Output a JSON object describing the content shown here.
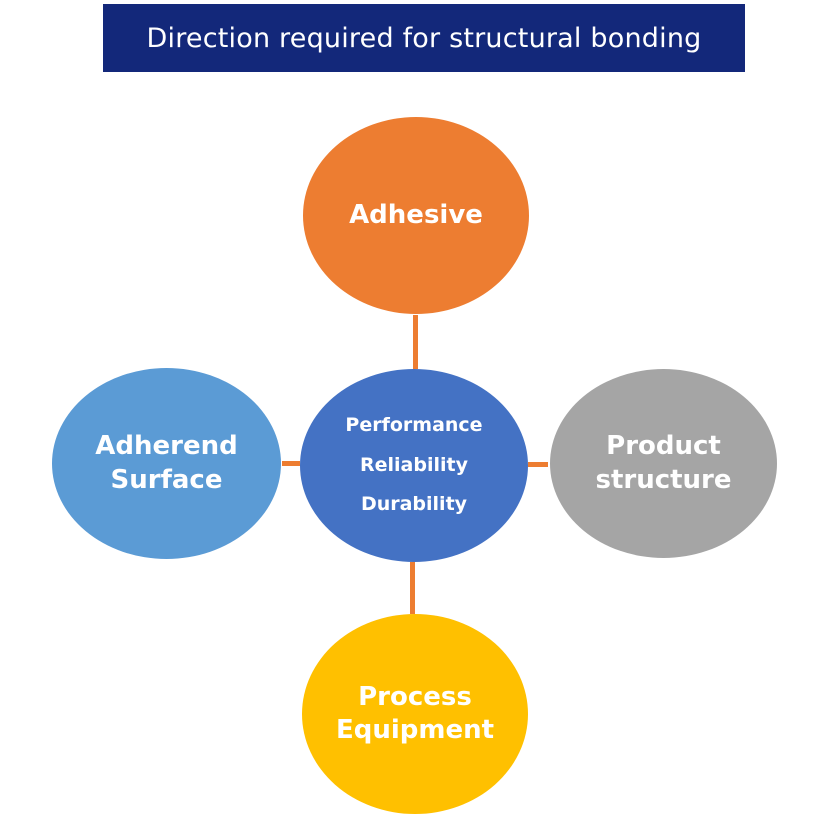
{
  "title": "Direction required for structural bonding",
  "colors": {
    "title_bg": "#13287a",
    "connector": "#ed7d31",
    "center": "#4472c4",
    "adhesive": "#ed7d31",
    "adherend": "#5b9bd5",
    "product": "#a5a5a5",
    "process": "#ffc000",
    "text": "#ffffff"
  },
  "center_node": {
    "lines": [
      "Performance",
      "Reliability",
      "Durability"
    ]
  },
  "nodes": {
    "top": {
      "lines": [
        "Adhesive"
      ]
    },
    "left": {
      "lines": [
        "Adherend",
        "Surface"
      ]
    },
    "right": {
      "lines": [
        "Product",
        "structure"
      ]
    },
    "bottom": {
      "lines": [
        "Process",
        "Equipment"
      ]
    }
  }
}
